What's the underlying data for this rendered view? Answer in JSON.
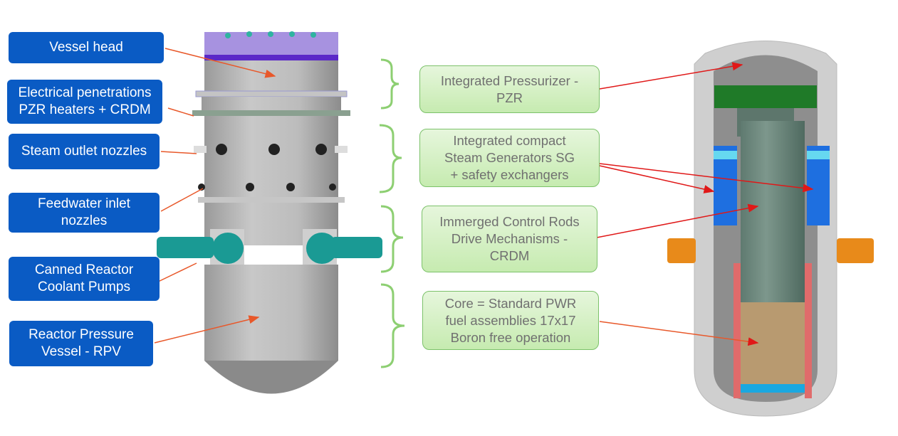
{
  "left_labels": [
    {
      "id": "vessel-head",
      "text": "Vessel head"
    },
    {
      "id": "electrical-penetrations",
      "text": "Electrical penetrations\nPZR heaters + CRDM"
    },
    {
      "id": "steam-outlet-nozzles",
      "text": "Steam outlet nozzles"
    },
    {
      "id": "feedwater-inlet-nozzles",
      "text": "Feedwater inlet\nnozzles"
    },
    {
      "id": "canned-reactor-coolant-pumps",
      "text": "Canned Reactor\nCoolant Pumps"
    },
    {
      "id": "reactor-pressure-vessel",
      "text": "Reactor Pressure\nVessel - RPV"
    }
  ],
  "right_labels": [
    {
      "id": "integrated-pressurizer",
      "text": "Integrated Pressurizer -\nPZR"
    },
    {
      "id": "steam-generators",
      "text": "Integrated compact\nSteam Generators SG\n+ safety exchangers"
    },
    {
      "id": "control-rod-drive-mechanisms",
      "text": "Immerged Control Rods\nDrive Mechanisms -\nCRDM"
    },
    {
      "id": "core",
      "text": "Core = Standard PWR\nfuel assemblies 17x17\nBoron free operation"
    }
  ],
  "colors": {
    "blue_label_bg": "#0a5bc4",
    "green_label_border": "#7cc26a",
    "brace_green": "#8dcf72",
    "left_arrow": "#e8582a",
    "right_arrow": "#e01818",
    "vessel_gray": "#b4b4b4",
    "pump_teal": "#1a9a94",
    "sg_blue": "#1e6fe0",
    "pzr_green": "#1f7a28",
    "core_tan": "#b89a70",
    "nozzle_orange": "#e88a1a"
  }
}
